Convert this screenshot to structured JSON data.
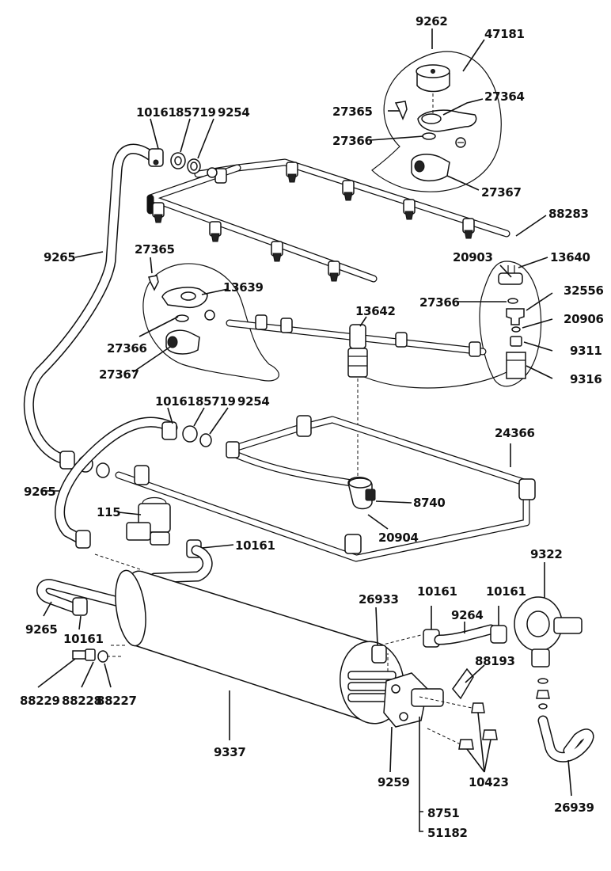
{
  "part_numbers": {
    "p9262": "9262",
    "p47181": "47181",
    "p27364": "27364",
    "p27365_top": "27365",
    "p27366_top": "27366",
    "p27367_top": "27367",
    "p10161_a": "10161",
    "p85719_a": "85719",
    "p9254_a": "9254",
    "p88283": "88283",
    "p9265_a": "9265",
    "p27365_mid": "27365",
    "p13639": "13639",
    "p27366_mid": "27366",
    "p27367_mid": "27367",
    "p20903": "20903",
    "p13640": "13640",
    "p32556": "32556",
    "p27366_right": "27366",
    "p20906": "20906",
    "p13642": "13642",
    "p9311": "9311",
    "p9316": "9316",
    "p10161_b": "10161",
    "p85719_b": "85719",
    "p9254_b": "9254",
    "p24366": "24366",
    "p9265_b": "9265",
    "p115": "115",
    "p8740": "8740",
    "p20904": "20904",
    "p10161_c": "10161",
    "p9322": "9322",
    "p26933": "26933",
    "p10161_d": "10161",
    "p10161_e": "10161",
    "p9264": "9264",
    "p9265_c": "9265",
    "p10161_f": "10161",
    "p88193": "88193",
    "p88229": "88229",
    "p88228": "88228",
    "p88227": "88227",
    "p9337": "9337",
    "p9259": "9259",
    "p10423": "10423",
    "p8751": "8751",
    "p51182": "51182",
    "p26939": "26939"
  }
}
